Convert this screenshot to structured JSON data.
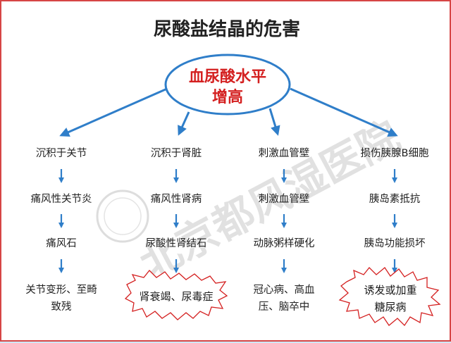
{
  "title": "尿酸盐结晶的危害",
  "center": {
    "line1": "血尿酸水平",
    "line2": "增高"
  },
  "watermark": "北京都风湿医院",
  "colors": {
    "accent": "#2f7ec9",
    "highlight": "#d42020",
    "border": "#d64545",
    "background": "#cfe7f7"
  },
  "columns": [
    {
      "header": "沉积于关节",
      "items": [
        "痛风性关节炎",
        "痛风石"
      ],
      "final": {
        "lines": [
          "关节变形、至畸",
          "致残"
        ],
        "highlighted": false
      }
    },
    {
      "header": "沉积于肾脏",
      "items": [
        "痛风性肾病",
        "尿酸性肾结石"
      ],
      "final": {
        "lines": [
          "肾衰竭、尿毒症"
        ],
        "highlighted": true
      }
    },
    {
      "header": "刺激血管壁",
      "items": [
        "刺激血管壁",
        "动脉粥样硬化"
      ],
      "final": {
        "lines": [
          "冠心病、高血",
          "压、脑卒中"
        ],
        "highlighted": false
      }
    },
    {
      "header": "损伤胰腺B细胞",
      "items": [
        "胰岛素抵抗",
        "胰岛功能损坏"
      ],
      "final": {
        "lines": [
          "诱发或加重",
          "糖尿病"
        ],
        "highlighted": true
      }
    }
  ]
}
